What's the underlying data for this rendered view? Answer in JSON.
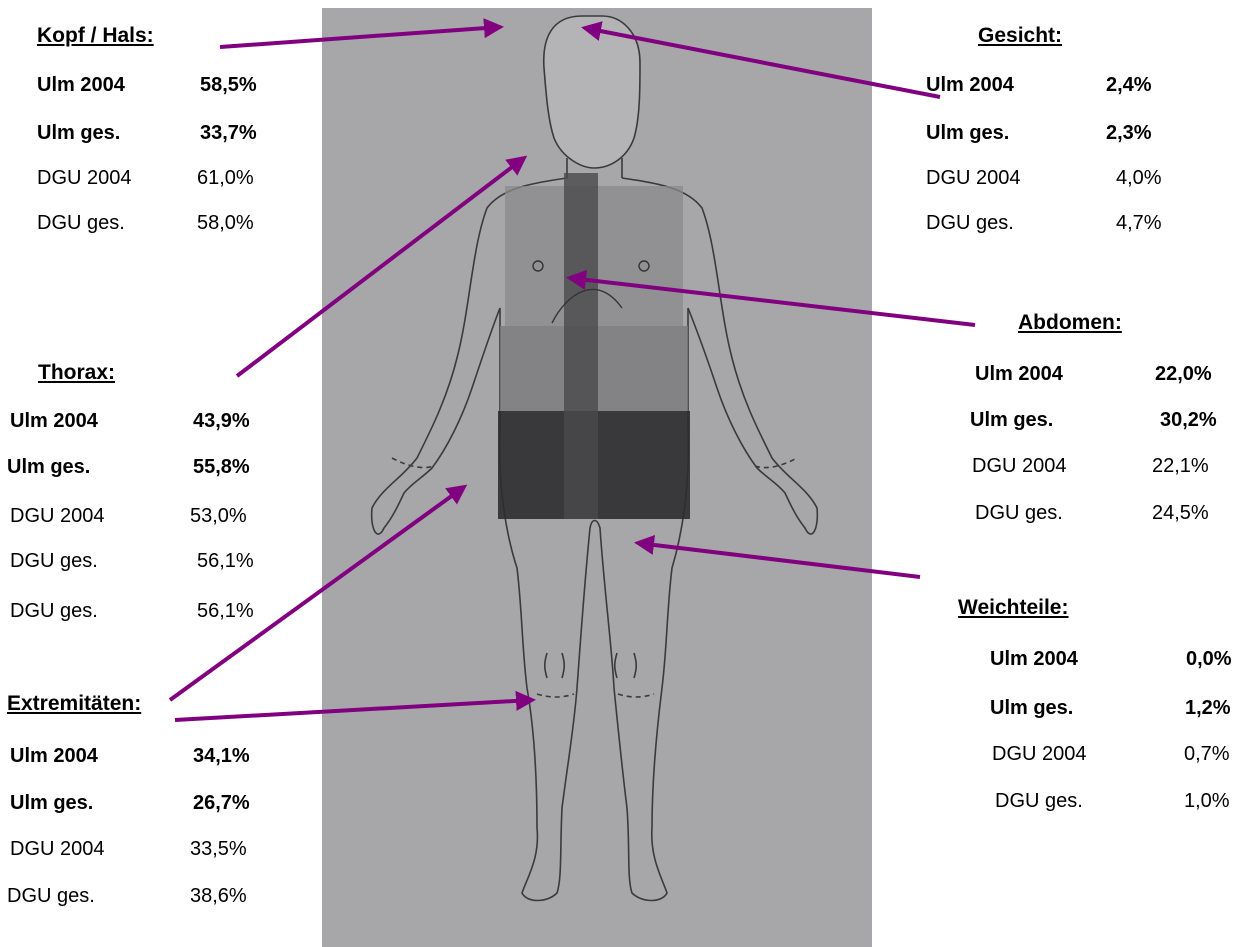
{
  "accent_color": "#800080",
  "body_figure": "anatomical-body-outline",
  "regions": {
    "kopf_hals": {
      "heading": "Kopf / Hals:",
      "rows": [
        {
          "label": "Ulm 2004",
          "value": "58,5%"
        },
        {
          "label": "Ulm ges.",
          "value": "33,7%"
        },
        {
          "label": "DGU 2004",
          "value": "61,0%"
        },
        {
          "label": "DGU ges.",
          "value": "58,0%"
        }
      ]
    },
    "gesicht": {
      "heading": "Gesicht:",
      "rows": [
        {
          "label": "Ulm 2004",
          "value": "2,4%"
        },
        {
          "label": "Ulm ges.",
          "value": "2,3%"
        },
        {
          "label": "DGU 2004",
          "value": "4,0%"
        },
        {
          "label": "DGU ges.",
          "value": "4,7%"
        }
      ]
    },
    "thorax": {
      "heading": "Thorax:",
      "rows": [
        {
          "label": "Ulm 2004",
          "value": "43,9%"
        },
        {
          "label": "Ulm ges.",
          "value": "55,8%"
        },
        {
          "label": "DGU 2004",
          "value": "53,0%"
        },
        {
          "label": "DGU ges.",
          "value": "56,1%"
        },
        {
          "label": "DGU ges.",
          "value": "56,1%"
        }
      ]
    },
    "abdomen": {
      "heading": "Abdomen:",
      "rows": [
        {
          "label": "Ulm 2004",
          "value": "22,0%"
        },
        {
          "label": "Ulm ges.",
          "value": "30,2%"
        },
        {
          "label": "DGU 2004",
          "value": "22,1%"
        },
        {
          "label": "DGU  ges.",
          "value": "24,5%"
        }
      ]
    },
    "extremitaeten": {
      "heading": "Extremitäten:",
      "rows": [
        {
          "label": "Ulm 2004",
          "value": "34,1%"
        },
        {
          "label": "Ulm ges.",
          "value": "26,7%"
        },
        {
          "label": "DGU 2004",
          "value": "33,5%"
        },
        {
          "label": "DGU ges.",
          "value": "38,6%"
        }
      ]
    },
    "weichteile": {
      "heading": "Weichteile:",
      "rows": [
        {
          "label": "Ulm 2004",
          "value": "0,0%"
        },
        {
          "label": "Ulm ges.",
          "value": "1,2%"
        },
        {
          "label": "DGU 2004",
          "value": "0,7%"
        },
        {
          "label": "DGU ges.",
          "value": "1,0%"
        }
      ]
    }
  }
}
